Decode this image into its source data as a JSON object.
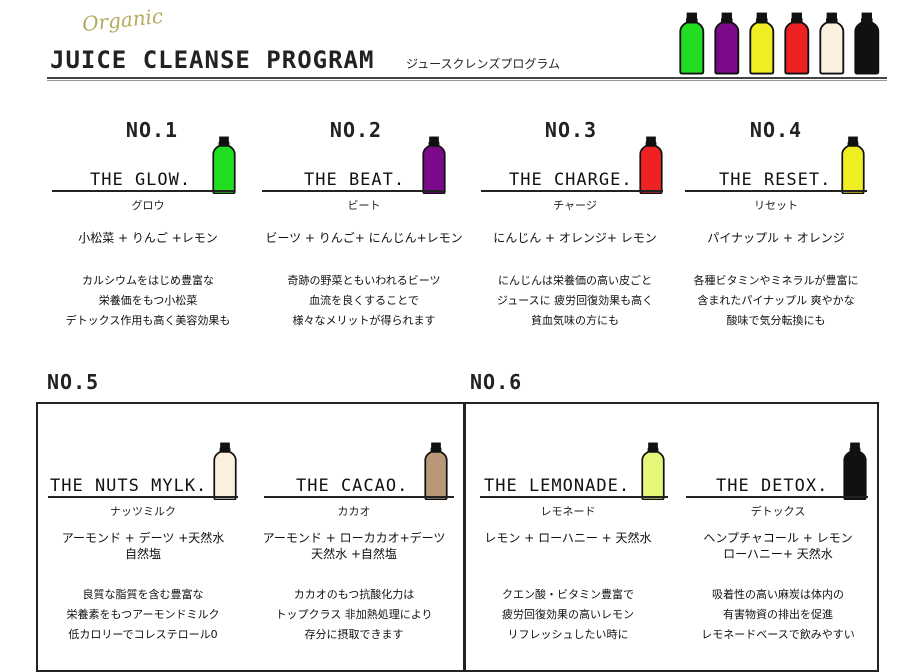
{
  "header": {
    "organic": "Organic",
    "title": "JUICE CLEANSE PROGRAM",
    "subtitle": "ジュースクレンズプログラム"
  },
  "top_bottle_colors": [
    "#22dd22",
    "#7a0a8a",
    "#eeee22",
    "#ee2222",
    "#fbf0e0",
    "#111111"
  ],
  "juices": [
    {
      "num": "NO.1",
      "name": "THE GLOW.",
      "kana": "グロウ",
      "ingredients": [
        "小松菜 + りんご +レモン"
      ],
      "desc": [
        "カルシウムをはじめ豊富な",
        "栄養価をもつ小松菜",
        "デトックス作用も高く美容効果も"
      ],
      "color": "#22dd22"
    },
    {
      "num": "NO.2",
      "name": "THE BEAT.",
      "kana": "ビート",
      "ingredients": [
        "ビーツ + りんご+ にんじん+レモン"
      ],
      "desc": [
        "奇跡の野菜ともいわれるビーツ",
        "血流を良くすることで",
        "様々なメリットが得られます"
      ],
      "color": "#7a0a8a"
    },
    {
      "num": "NO.3",
      "name": "THE CHARGE.",
      "kana": "チャージ",
      "ingredients": [
        "にんじん + オレンジ+ レモン"
      ],
      "desc": [
        "にんじんは栄養価の高い皮ごと",
        "ジュースに 疲労回復効果も高く",
        "貧血気味の方にも"
      ],
      "color": "#ee2222"
    },
    {
      "num": "NO.4",
      "name": "THE RESET.",
      "kana": "リセット",
      "ingredients": [
        "パイナップル + オレンジ"
      ],
      "desc": [
        "各種ビタミンやミネラルが豊富に",
        "含まれたパイナップル 爽やかな",
        "酸味で気分転換にも"
      ],
      "color": "#eeee22"
    }
  ],
  "no5": {
    "num": "NO.5",
    "items": [
      {
        "name": "THE NUTS MYLK.",
        "kana": "ナッツミルク",
        "ingredients": [
          "アーモンド + デーツ +天然水",
          "自然塩"
        ],
        "desc": [
          "良質な脂質を含む豊富な",
          "栄養素をもつアーモンドミルク",
          "低カロリーでコレステロール0"
        ],
        "color": "#fbf0e0"
      },
      {
        "name": "THE CACAO.",
        "kana": "カカオ",
        "ingredients": [
          "アーモンド + ローカカオ+デーツ",
          "天然水 +自然塩"
        ],
        "desc": [
          "カカオのもつ抗酸化力は",
          "トップクラス 非加熱処理により",
          "存分に摂取できます"
        ],
        "color": "#b89878"
      }
    ]
  },
  "no6": {
    "num": "NO.6",
    "items": [
      {
        "name": "THE LEMONADE.",
        "kana": "レモネード",
        "ingredients": [
          "レモン + ローハニー + 天然水"
        ],
        "desc": [
          "クエン酸・ビタミン豊富で",
          "疲労回復効果の高いレモン",
          "リフレッシュしたい時に"
        ],
        "color": "#e6f77a"
      },
      {
        "name": "THE DETOX.",
        "kana": "デトックス",
        "ingredients": [
          "ヘンプチャコール + レモン",
          "ローハニー+ 天然水"
        ],
        "desc": [
          "吸着性の高い麻炭は体内の",
          "有害物資の排出を促進",
          "レモネードベースで飲みやすい"
        ],
        "color": "#111111"
      }
    ]
  }
}
